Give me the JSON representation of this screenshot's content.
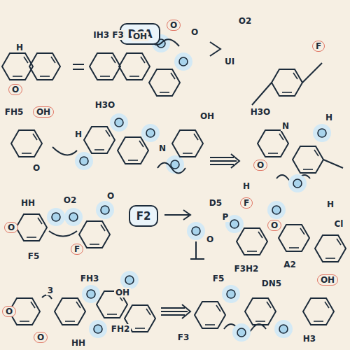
{
  "diagram": {
    "nodes": [
      {
        "text": [
          "DCA"
        ]
      },
      {
        "text": [
          "F2"
        ]
      }
    ],
    "labels": [
      "H",
      "IH3 F3",
      "OH",
      "O",
      "O",
      "O",
      "O2",
      "F",
      "UI",
      "FH5",
      "OH",
      "H3O",
      "H",
      "N",
      "O",
      "OH",
      "H3O",
      "O",
      "N",
      "H",
      "H",
      "HH",
      "O2",
      "O",
      "F5",
      "F",
      "O",
      "D5",
      "O",
      "P",
      "F",
      "O",
      "F3H2",
      "A2",
      "Cl",
      "H",
      "O",
      "3",
      "O",
      "FH3",
      "OH",
      "FH2",
      "HH",
      "F5",
      "OH",
      "DN5",
      "F3",
      "H3"
    ]
  }
}
